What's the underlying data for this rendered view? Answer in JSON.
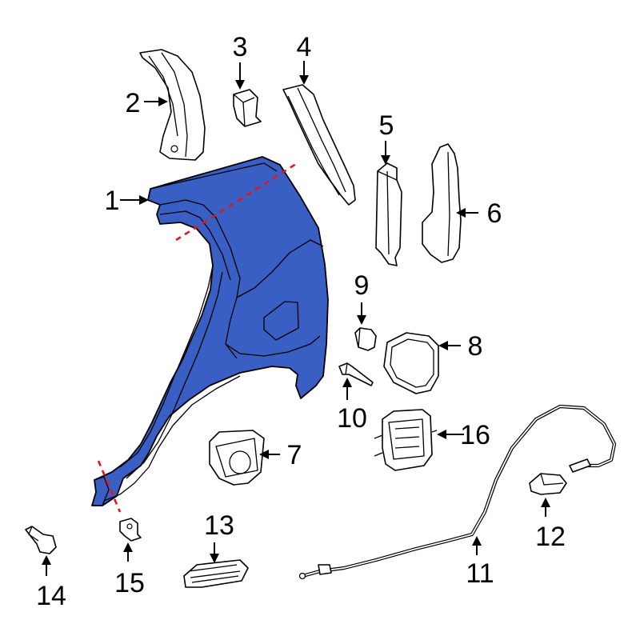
{
  "colors": {
    "highlight": "#3a5fc4",
    "cut_line": "#e0161b",
    "outline": "#000000"
  },
  "callouts": [
    {
      "id": "1",
      "text": "1"
    },
    {
      "id": "2",
      "text": "2"
    },
    {
      "id": "3",
      "text": "3"
    },
    {
      "id": "4",
      "text": "4"
    },
    {
      "id": "5",
      "text": "5"
    },
    {
      "id": "6",
      "text": "6"
    },
    {
      "id": "7",
      "text": "7"
    },
    {
      "id": "8",
      "text": "8"
    },
    {
      "id": "9",
      "text": "9"
    },
    {
      "id": "10",
      "text": "10"
    },
    {
      "id": "11",
      "text": "11"
    },
    {
      "id": "12",
      "text": "12"
    },
    {
      "id": "13",
      "text": "13"
    },
    {
      "id": "14",
      "text": "14"
    },
    {
      "id": "15",
      "text": "15"
    },
    {
      "id": "16",
      "text": "16"
    }
  ]
}
